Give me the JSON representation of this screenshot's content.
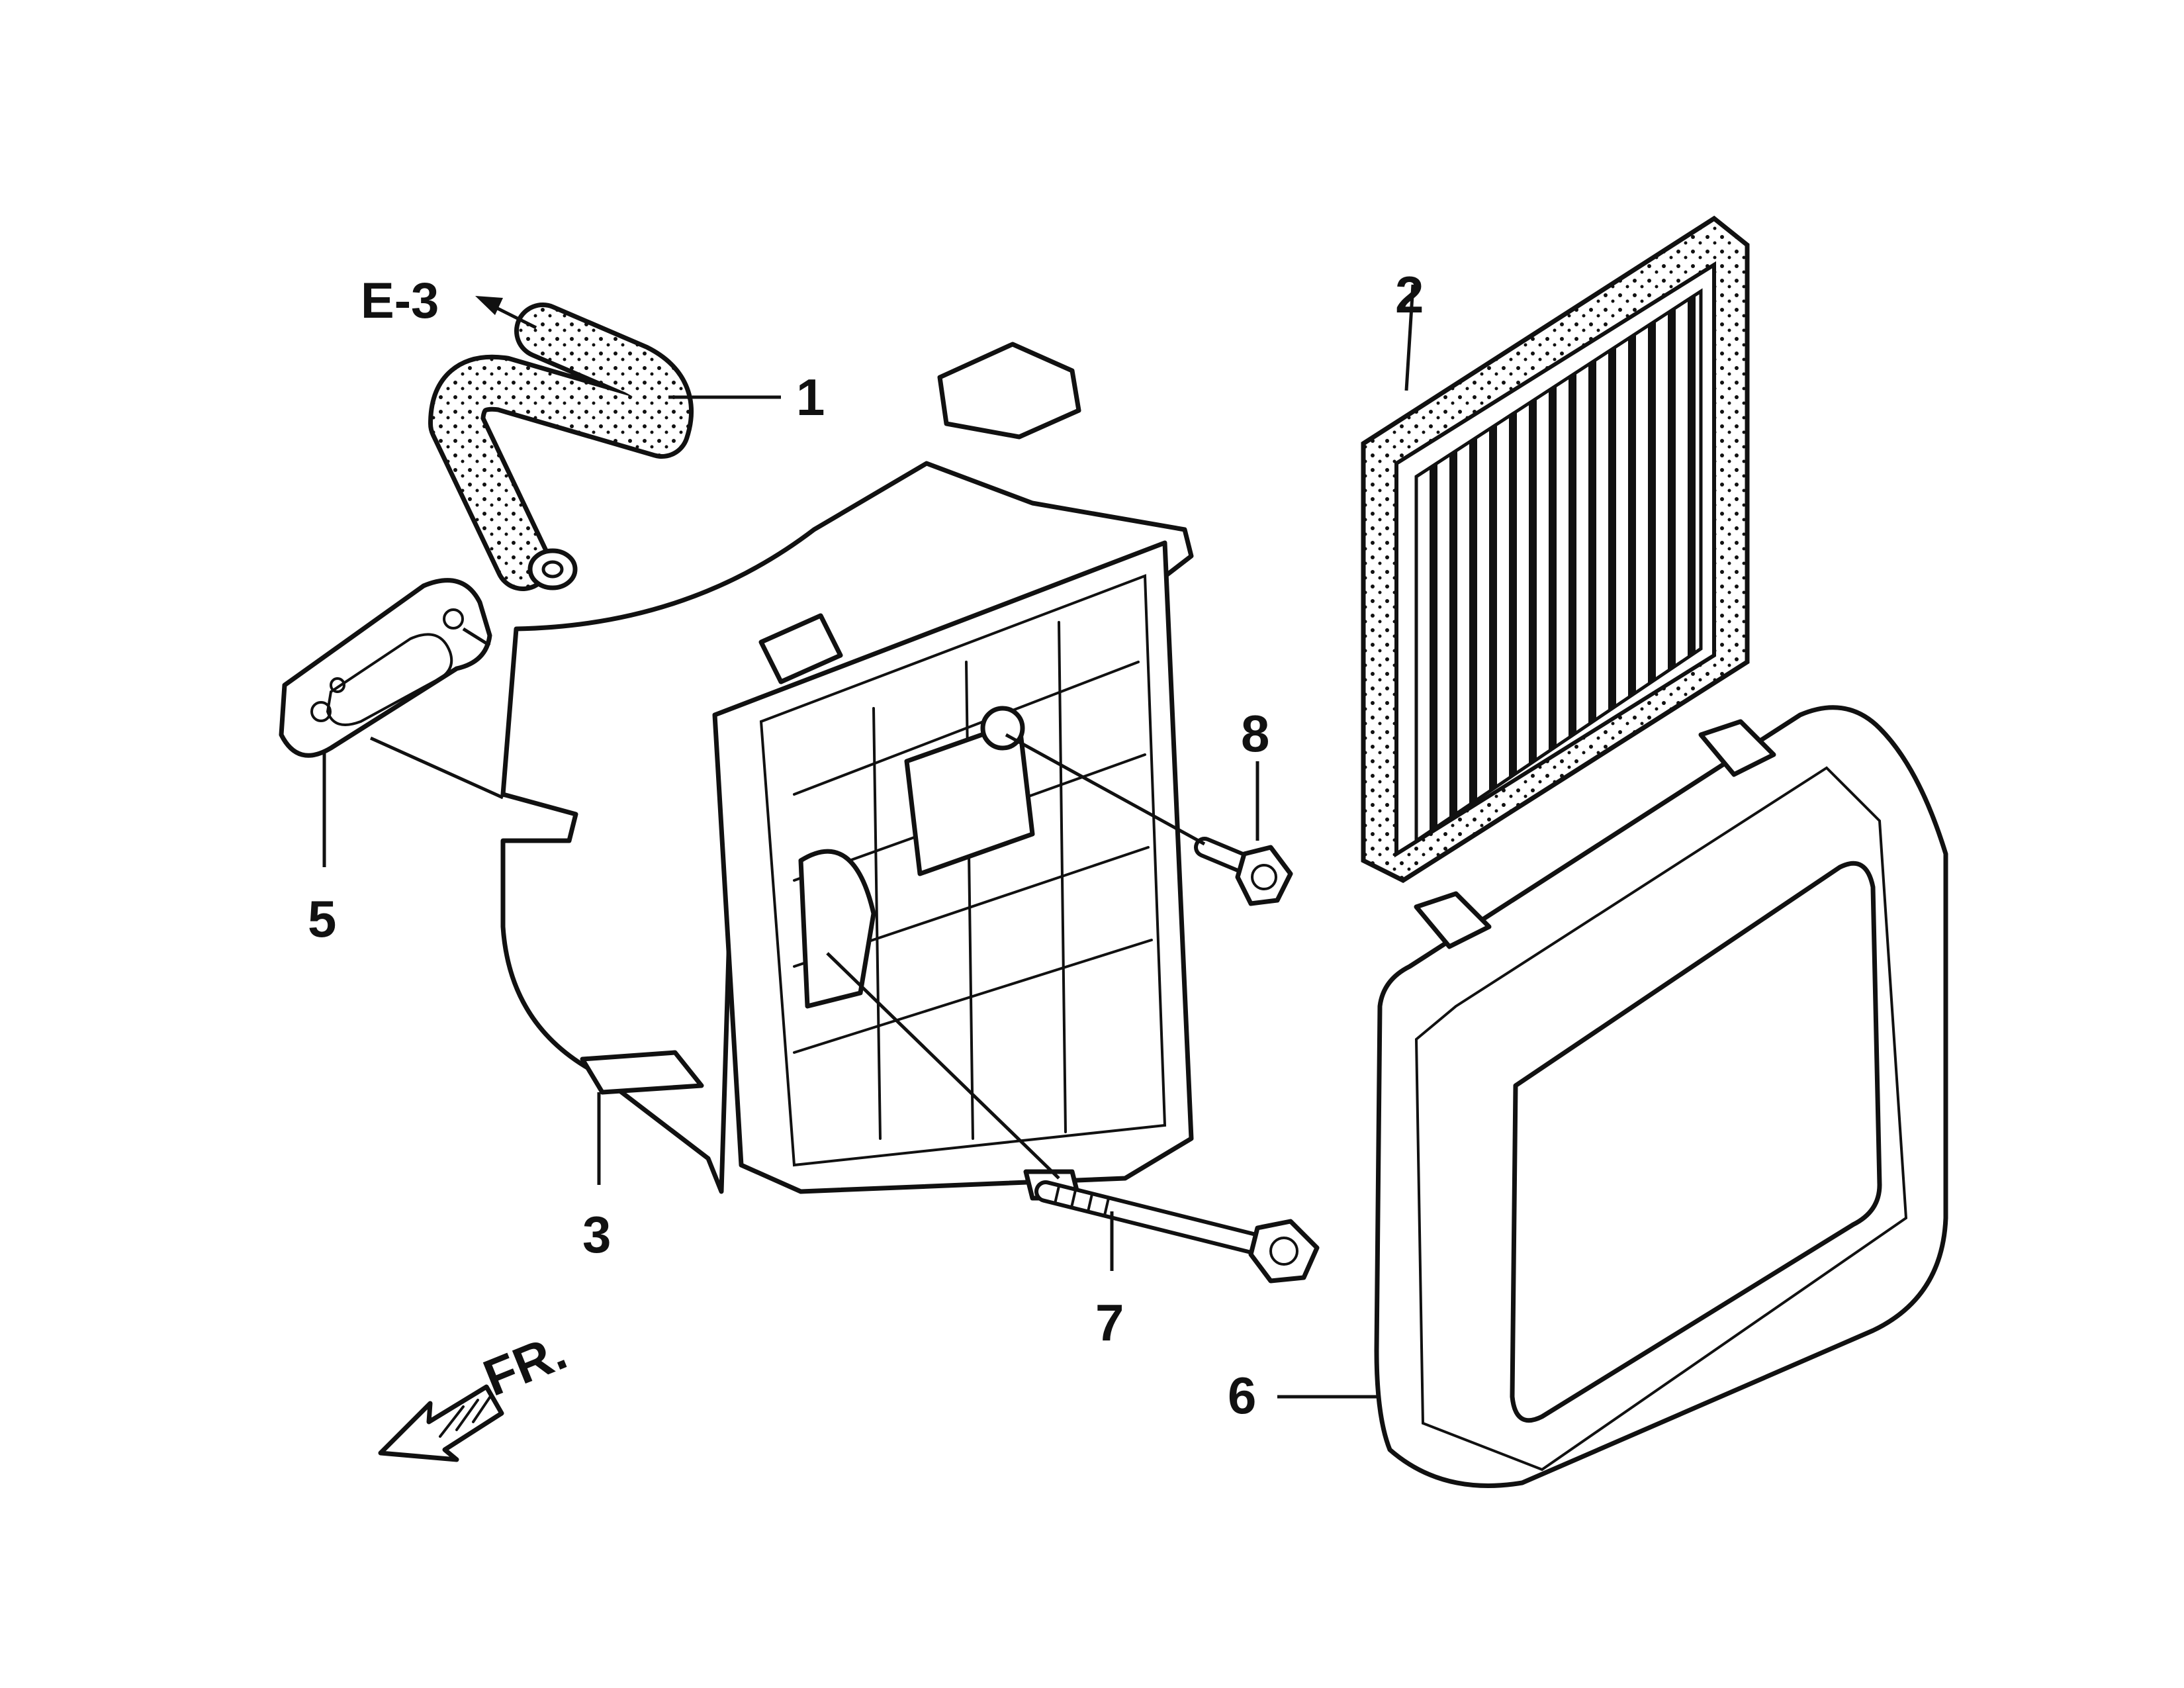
{
  "diagram": {
    "reference_label": "E-3",
    "front_label": "FR.",
    "callouts": [
      {
        "id": "1",
        "label": "1"
      },
      {
        "id": "2",
        "label": "2"
      },
      {
        "id": "3",
        "label": "3"
      },
      {
        "id": "5",
        "label": "5"
      },
      {
        "id": "6",
        "label": "6"
      },
      {
        "id": "7",
        "label": "7"
      },
      {
        "id": "8",
        "label": "8"
      }
    ],
    "colors": {
      "ink": "#111111",
      "paper": "#ffffff"
    }
  }
}
